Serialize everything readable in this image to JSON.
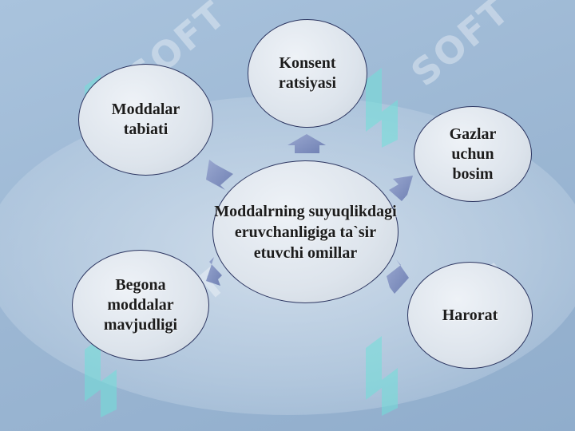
{
  "center": {
    "label": "Moddalrning suyuqlikdagi eruvchanligiga ta`sir etuvchi omillar"
  },
  "factors": [
    {
      "label": "Konsent ratsiyasi"
    },
    {
      "label": "Gazlar uchun bosim"
    },
    {
      "label": "Harorat"
    },
    {
      "label": "Begona moddalar mavjudligi"
    },
    {
      "label": "Moddalar tabiati"
    }
  ],
  "watermark": {
    "text": "SOFT"
  },
  "colors": {
    "background": "#9db8d4",
    "node_fill": "#dde4ec",
    "node_border": "#2c3560",
    "arrow": "#7f91c0",
    "watermark_logo": "#6fe0d8"
  }
}
